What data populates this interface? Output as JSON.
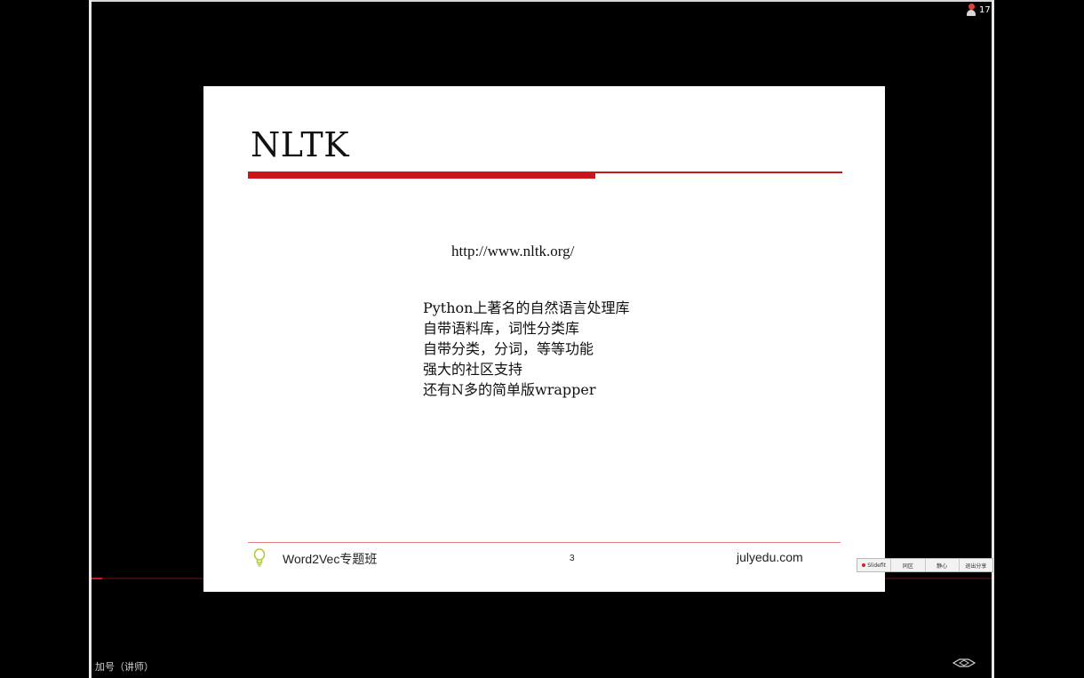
{
  "viewer": {
    "count": "17",
    "presenter_label": "加号（讲师）",
    "progress_fraction": 0.012
  },
  "slide": {
    "title": "NLTK",
    "url": "http://www.nltk.org/",
    "bullets": [
      "Python上著名的自然语言处理库",
      "自带语料库，词性分类库",
      "自带分类，分词，等等功能",
      "强大的社区支持",
      "还有N多的简单版wrapper"
    ],
    "footer_left": "Word2Vec专题班",
    "page_number": "3",
    "footer_right": "julyedu.com",
    "accent_color": "#c8161b"
  },
  "toolbar": {
    "items": [
      "Slidefit",
      "同区",
      "静心",
      "退出分享"
    ]
  },
  "icons": {
    "viewer": "person-icon",
    "bulb": "lightbulb-icon",
    "collapse": "collapse-icon",
    "record": "record-dot-icon"
  }
}
